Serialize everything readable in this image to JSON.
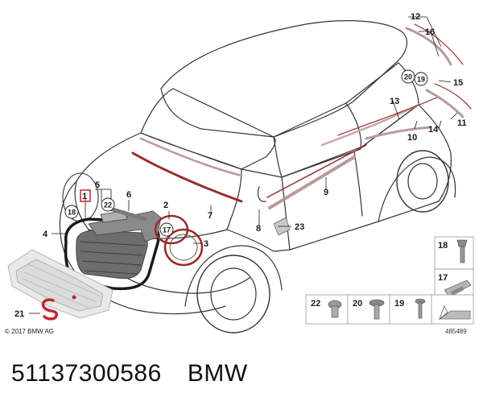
{
  "diagram": {
    "copyright": "© 2017 BMW AG",
    "sheet_number": "485489",
    "callouts": {
      "c1": "1",
      "c2": "2",
      "c3": "3",
      "c4": "4",
      "c5": "5",
      "c6": "6",
      "c7": "7",
      "c8": "8",
      "c9": "9",
      "c10": "10",
      "c11": "11",
      "c12": "12",
      "c13": "13",
      "c14": "14",
      "c15": "15",
      "c16": "16",
      "c17": "17",
      "c18": "18",
      "c19": "19",
      "c20": "20",
      "c21": "21",
      "c22": "22",
      "c23": "23"
    }
  },
  "footer": {
    "part_number": "51137300586",
    "brand": "BMW"
  }
}
